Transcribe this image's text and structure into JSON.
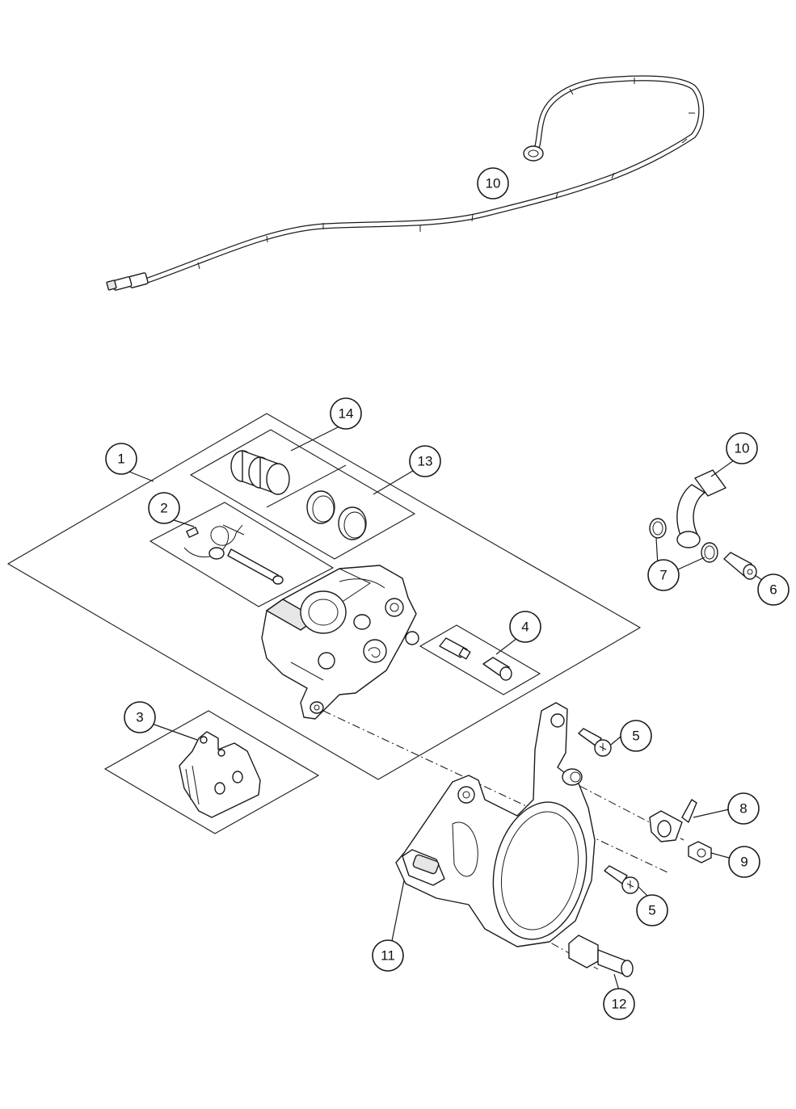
{
  "callouts": {
    "c10_top": "10",
    "c14": "14",
    "c1": "1",
    "c13": "13",
    "c2": "2",
    "c10_right": "10",
    "c7": "7",
    "c6": "6",
    "c4": "4",
    "c3": "3",
    "c5_top": "5",
    "c8": "8",
    "c9": "9",
    "c5_bottom": "5",
    "c11": "11",
    "c12": "12"
  }
}
